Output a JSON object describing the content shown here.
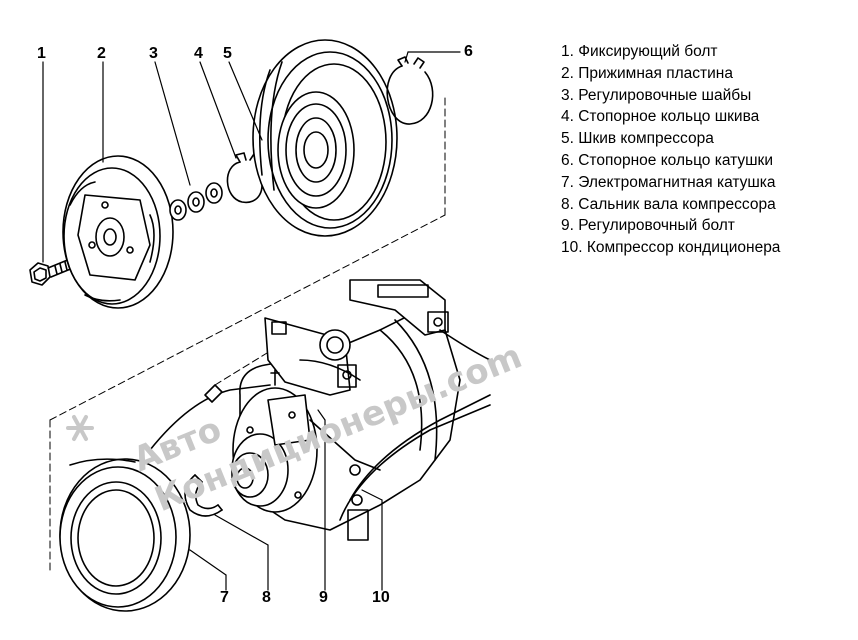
{
  "callouts": [
    "1",
    "2",
    "3",
    "4",
    "5",
    "6",
    "7",
    "8",
    "9",
    "10"
  ],
  "legend": [
    "1. Фиксирующий болт",
    "2. Прижимная пластина",
    "3. Регулировочные шайбы",
    "4. Стопорное кольцо шкива",
    "5. Шкив компрессора",
    "6. Стопорное кольцо катушки",
    "7. Электромагнитная катушка",
    "8. Сальник вала компрессора",
    "9. Регулировочный болт",
    "10. Компрессор кондиционера"
  ],
  "watermark": {
    "line1": "Авто",
    "line2": "Кондиционеры.com",
    "color": "#c8c8c8",
    "icon": "snowflake-icon"
  }
}
